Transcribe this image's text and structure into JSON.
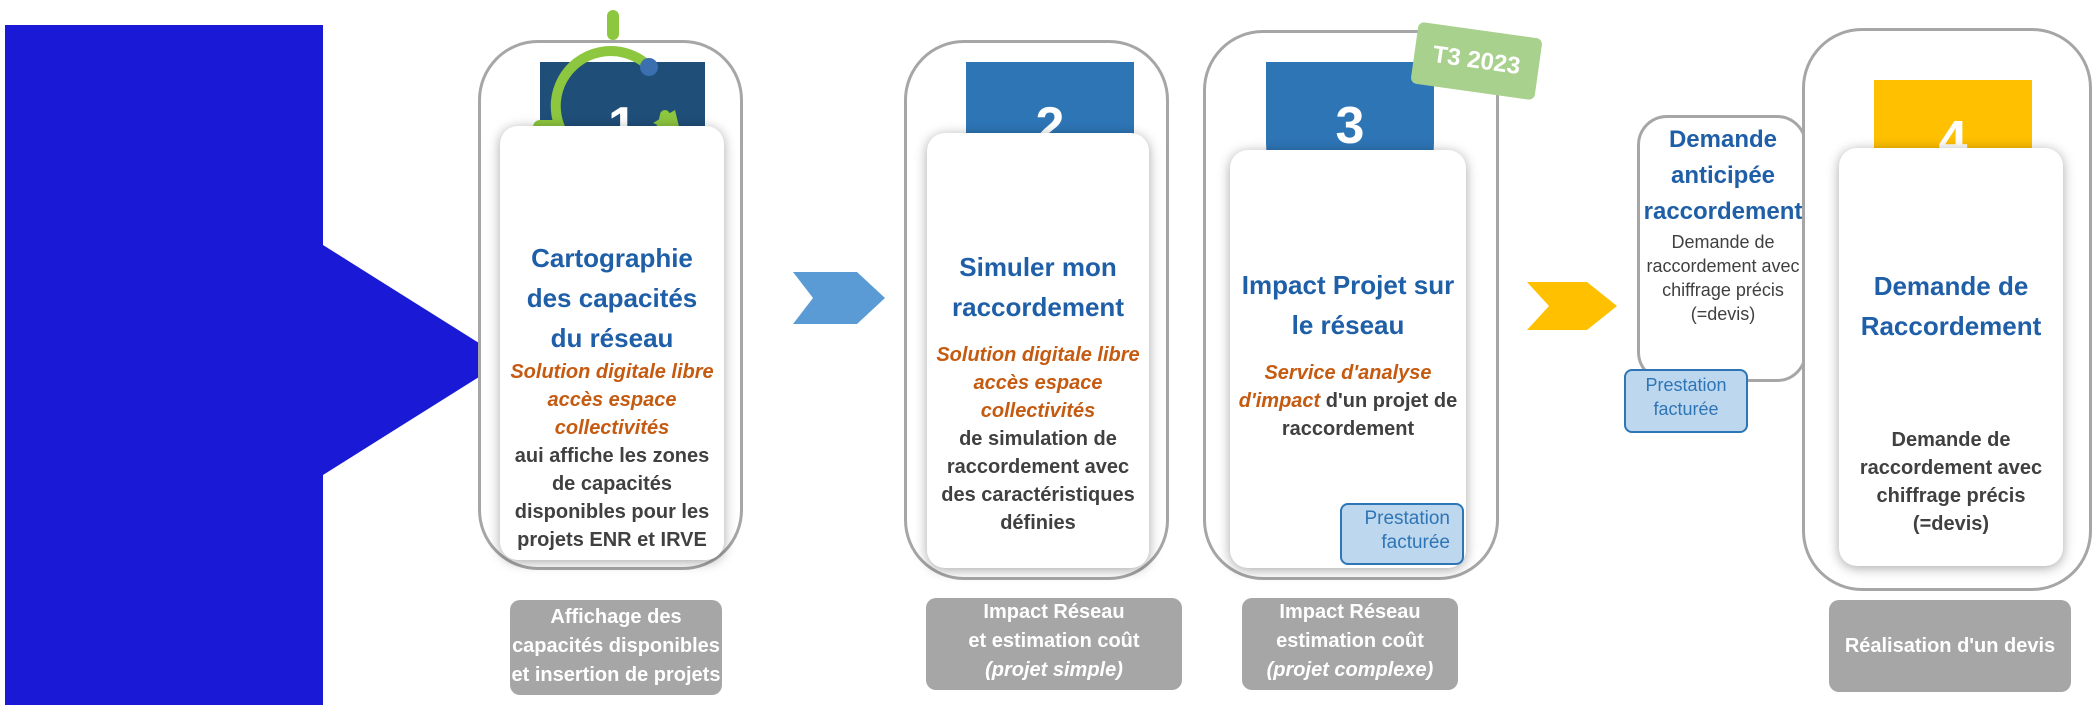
{
  "colors": {
    "big_arrow": "#1a1ad6",
    "dark_blue": "#1f4e79",
    "mid_blue": "#2e75b6",
    "gold": "#ffc000",
    "title_blue": "#1f5fa8",
    "orange_text": "#c55a11",
    "grey": "#a6a6a6",
    "green_tag": "#a9d18e"
  },
  "step1": {
    "number": "1",
    "title": "Cartographie des capacités du réseau",
    "italic": "Solution digitale libre accès espace collectivités",
    "body": "aui affiche les zones de capacités disponibles pour les projets ENR et IRVE",
    "footer": "Affichage des capacités disponibles et insertion de projets"
  },
  "step2": {
    "number": "2",
    "title": "Simuler mon raccordement",
    "italic": "Solution digitale libre accès espace collectivités",
    "body": "de simulation de raccordement avec des caractéristiques définies",
    "footer_line1": "Impact Réseau",
    "footer_line2": "et estimation coût",
    "footer_line3": "(projet simple)"
  },
  "step3": {
    "number": "3",
    "tag": "T3 2023",
    "title": "Impact Projet sur le réseau",
    "italic": "Service d'analyse d'impact",
    "body": "d'un projet de raccordement",
    "badge": "Prestation facturée",
    "footer_line1": "Impact Réseau",
    "footer_line2": "estimation  coût",
    "footer_line3": "(projet complexe)"
  },
  "anticipated": {
    "title": "Demande anticipée raccordement",
    "body": "Demande de raccordement avec chiffrage précis (=devis)",
    "badge": "Prestation facturée"
  },
  "step4": {
    "number": "4",
    "title": "Demande de Raccordement",
    "body": "Demande de raccordement avec chiffrage précis (=devis)",
    "footer": "Réalisation d'un devis"
  }
}
